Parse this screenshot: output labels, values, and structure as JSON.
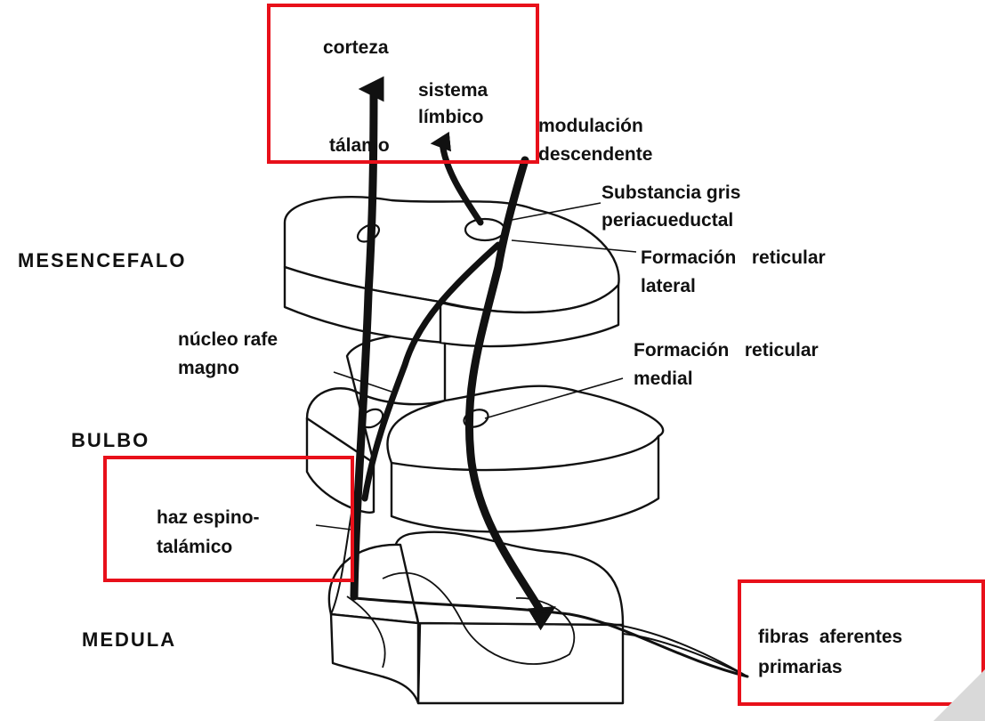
{
  "labels": {
    "corteza": "corteza",
    "sistema_limbico": [
      "sistema",
      "límbico"
    ],
    "talamo": "tálamo",
    "modulacion_descendente": [
      "modulación",
      "descendente"
    ],
    "substancia_gris": [
      "Substancia gris",
      "periacueductal"
    ],
    "mesencefalo": "MESENCEFALO",
    "formacion_reticular_lateral": [
      "Formación   reticular",
      "lateral"
    ],
    "nucleo_rafe_magno": [
      "núcleo rafe",
      "magno"
    ],
    "formacion_reticular_medial": [
      "Formación   reticular",
      "medial"
    ],
    "bulbo": "BULBO",
    "haz_espinotalamico": [
      "haz espino-",
      "talámico"
    ],
    "medula": "MEDULA",
    "fibras_aferentes_primarias": [
      "fibras  aferentes",
      "primarias"
    ]
  },
  "colors": {
    "highlight_box": "#e8101a",
    "ink": "#111111",
    "background": "#ffffff"
  }
}
